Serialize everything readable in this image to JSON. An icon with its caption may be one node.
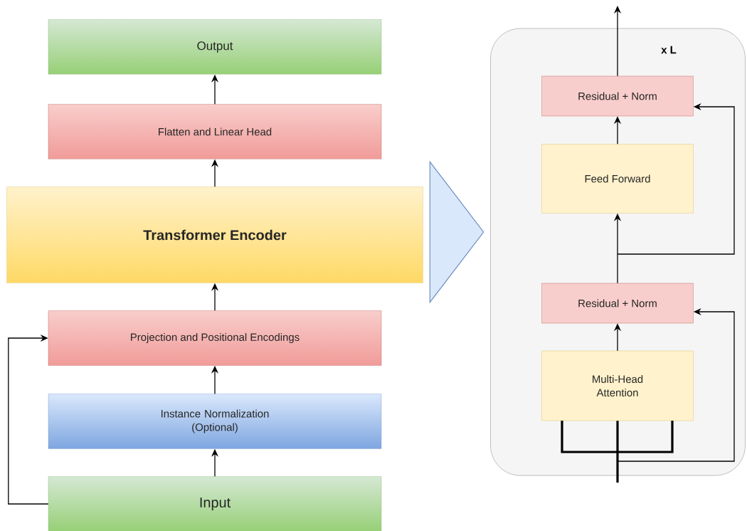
{
  "diagram": {
    "nodes": [
      {
        "text": [
          "Output"
        ]
      },
      {
        "text": [
          "Flatten and Linear Head"
        ]
      },
      {
        "text": [
          "**Transformer Encoder**"
        ]
      },
      {
        "text": [
          "Projection and Positional Encodings"
        ]
      },
      {
        "text": [
          "Instance Normalization (Optional)"
        ]
      },
      {
        "text": [
          "Input"
        ]
      },
      {
        "text": [],
        "shape": "triangle"
      },
      {
        "text": [
          "**x L**"
        ]
      },
      {
        "text": [
          "Residual + Norm"
        ],
        "in": 7
      },
      {
        "text": [
          "Feed Forward"
        ],
        "in": 7
      },
      {
        "text": [
          "Residual + Norm"
        ],
        "in": 7
      },
      {
        "text": [
          "Multi-Head Attention"
        ],
        "in": 7
      }
    ],
    "edges": [
      {
        "from": 5,
        "to": 4,
        "arrow": "to"
      },
      {
        "from": 4,
        "to": 3,
        "arrow": "to"
      },
      {
        "from": 3,
        "to": 2,
        "arrow": "to"
      },
      {
        "from": 2,
        "to": 1,
        "arrow": "to"
      },
      {
        "from": 1,
        "to": 0,
        "arrow": "to"
      },
      {
        "from": 5,
        "to": 3,
        "arrow": "to"
      },
      {
        "from": 11,
        "to": 10,
        "arrow": "to"
      },
      {
        "from": 10,
        "to": 9,
        "arrow": "to"
      },
      {
        "from": 9,
        "to": 8,
        "arrow": "to"
      },
      {
        "from": 8,
        "to": null,
        "arrow": "to"
      },
      {
        "from": 10,
        "to": 8,
        "arrow": "to"
      },
      {
        "from": null,
        "to": 11,
        "arrow": "none",
        "style": "thick"
      },
      {
        "from": null,
        "to": 10,
        "arrow": "to"
      }
    ]
  }
}
